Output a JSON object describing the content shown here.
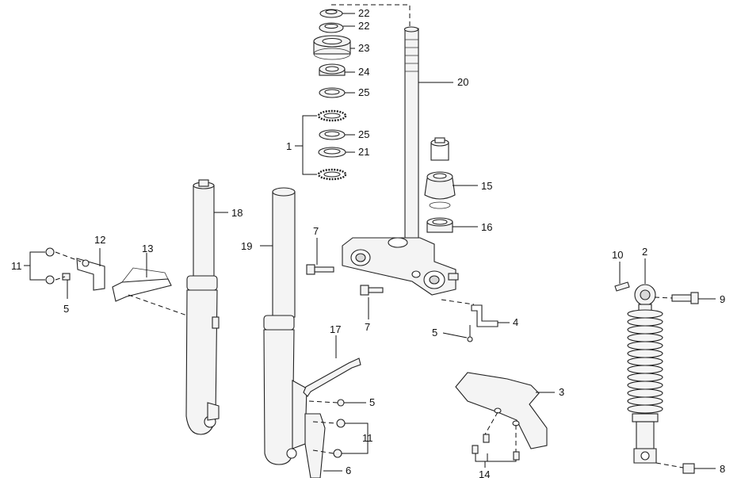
{
  "labels": {
    "l22a": "22",
    "l22b": "22",
    "l23": "23",
    "l24": "24",
    "l25a": "25",
    "l1": "1",
    "l25b": "25",
    "l21": "21",
    "l20": "20",
    "l15": "15",
    "l16": "16",
    "l18": "18",
    "l19": "19",
    "l7a": "7",
    "l7b": "7",
    "l4": "4",
    "l5c": "5",
    "l12": "12",
    "l13": "13",
    "l11a": "11",
    "l5a": "5",
    "l17": "17",
    "l5b": "5",
    "l11b": "11",
    "l6": "6",
    "l3": "3",
    "l14": "14",
    "l10": "10",
    "l2": "2",
    "l9": "9",
    "l8": "8"
  }
}
